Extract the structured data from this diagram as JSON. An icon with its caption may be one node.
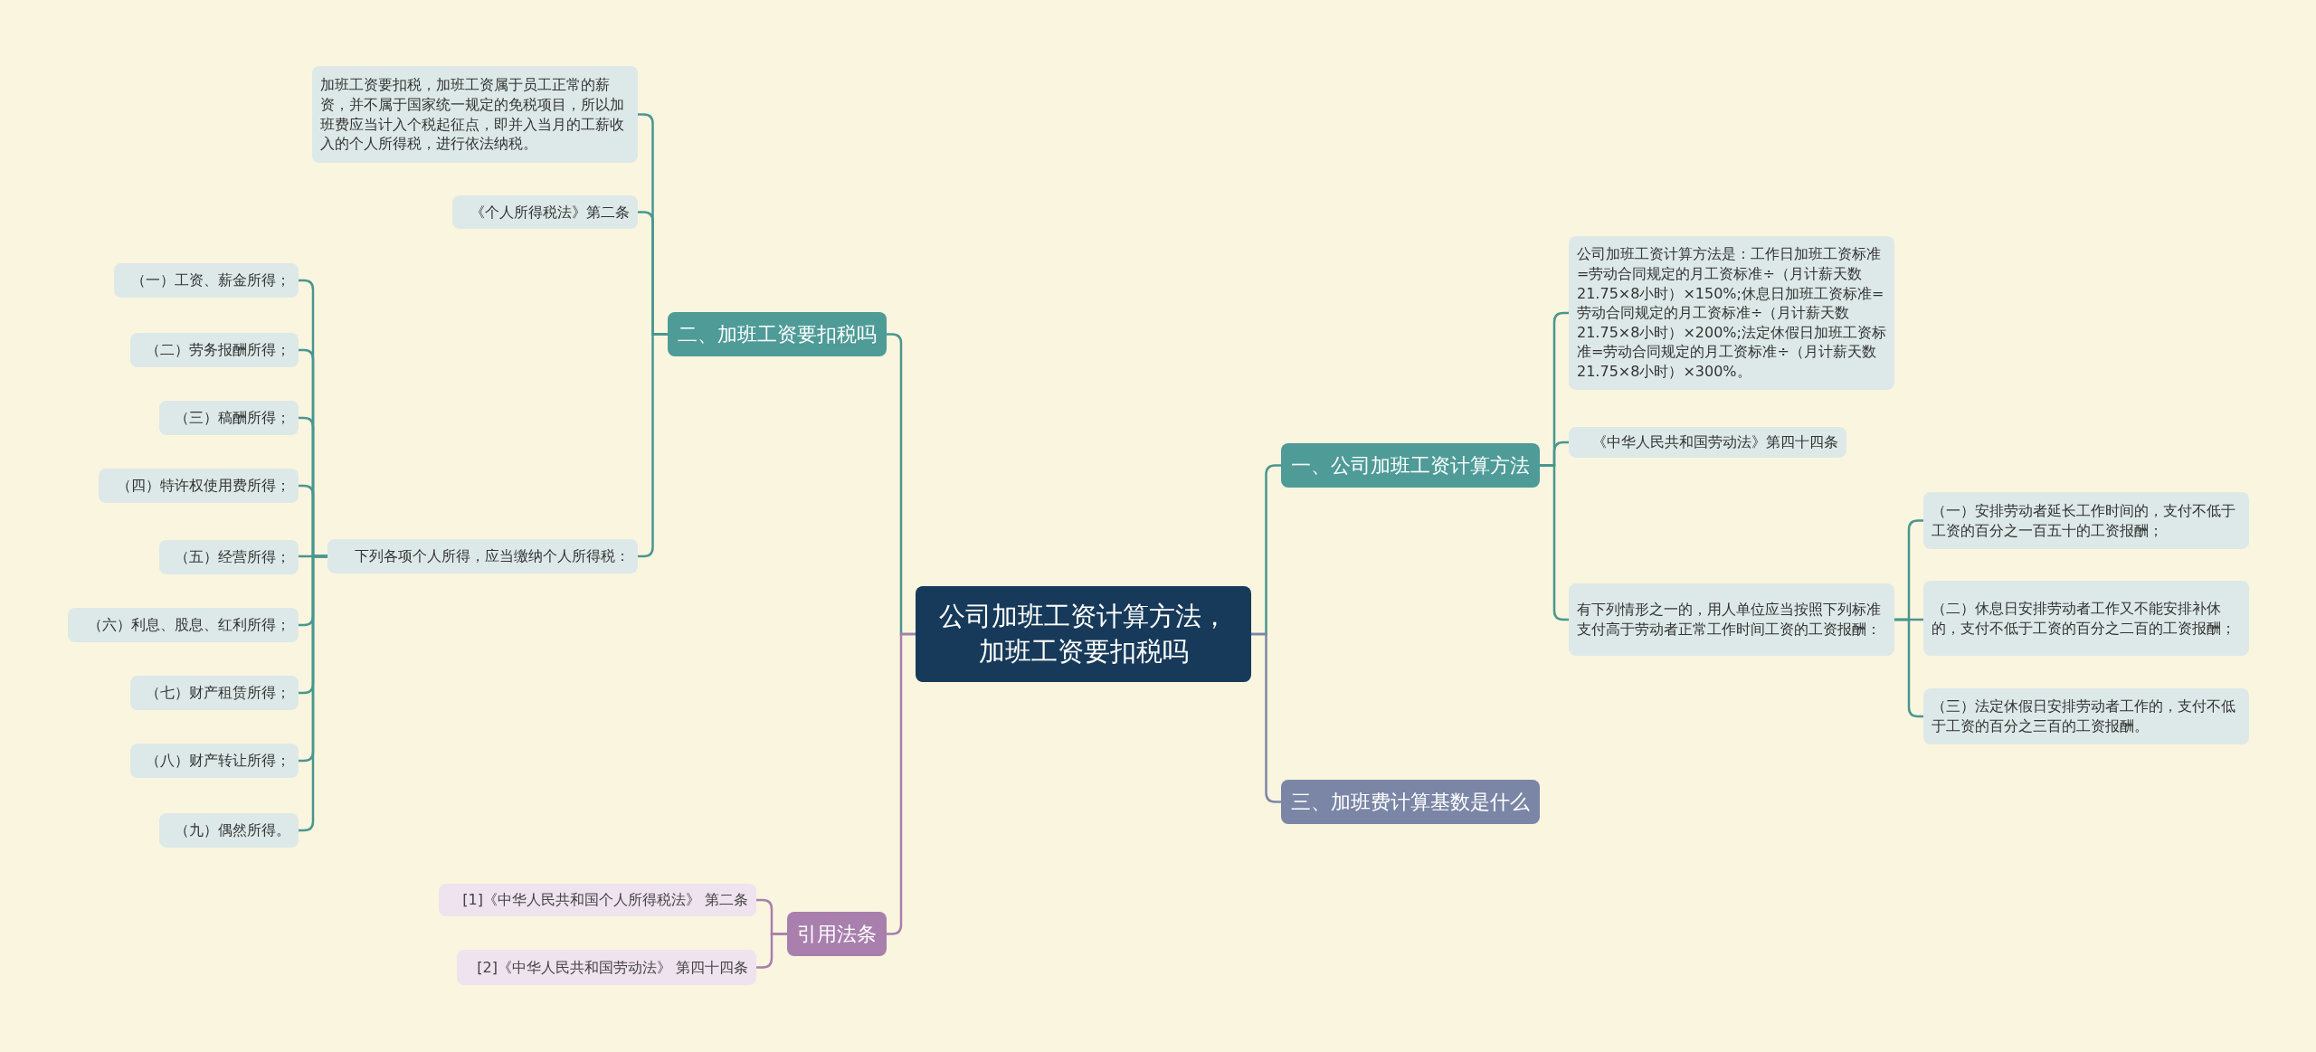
{
  "diagram": {
    "nodes": [
      {
        "text": [
          "公司加班工资计算方法，加班工资要扣税吗"
        ]
      },
      {
        "text": [
          "一、公司加班工资计算方法"
        ]
      },
      {
        "text": [
          "公司加班工资计算方法是：工作日加班工资标准=劳动合同规定的月工资标准÷（月计薪天数21.75×8小时）×150%;休息日加班工资标准=劳动合同规定的月工资标准÷（月计薪天数21.75×8小时）×200%;法定休假日加班工资标准=劳动合同规定的月工资标准÷（月计薪天数21.75×8小时）×300%。"
        ]
      },
      {
        "text": [
          "《中华人民共和国劳动法》第四十四条"
        ]
      },
      {
        "text": [
          "有下列情形之一的，用人单位应当按照下列标准支付高于劳动者正常工作时间工资的工资报酬："
        ]
      },
      {
        "text": [
          "（一）安排劳动者延长工作时间的，支付不低于工资的百分之一百五十的工资报酬；"
        ]
      },
      {
        "text": [
          "（二）休息日安排劳动者工作又不能安排补休的，支付不低于工资的百分之二百的工资报酬；"
        ]
      },
      {
        "text": [
          "（三）法定休假日安排劳动者工作的，支付不低于工资的百分之三百的工资报酬。"
        ]
      },
      {
        "text": [
          "三、加班费计算基数是什么"
        ]
      },
      {
        "text": [
          "二、加班工资要扣税吗"
        ]
      },
      {
        "text": [
          "加班工资要扣税，加班工资属于员工正常的薪资，并不属于国家统一规定的免税项目，所以加班费应当计入个税起征点，即并入当月的工薪收入的个人所得税，进行依法纳税。"
        ]
      },
      {
        "text": [
          "《个人所得税法》第二条"
        ]
      },
      {
        "text": [
          "下列各项个人所得，应当缴纳个人所得税："
        ]
      },
      {
        "text": [
          "（一）工资、薪金所得；"
        ]
      },
      {
        "text": [
          "（二）劳务报酬所得；"
        ]
      },
      {
        "text": [
          "（三）稿酬所得；"
        ]
      },
      {
        "text": [
          "（四）特许权使用费所得；"
        ]
      },
      {
        "text": [
          "（五）经营所得；"
        ]
      },
      {
        "text": [
          "（六）利息、股息、红利所得；"
        ]
      },
      {
        "text": [
          "（七）财产租赁所得；"
        ]
      },
      {
        "text": [
          "（八）财产转让所得；"
        ]
      },
      {
        "text": [
          "（九）偶然所得。"
        ]
      },
      {
        "text": [
          "引用法条"
        ]
      },
      {
        "text": [
          "[1]《中华人民共和国个人所得税法》 第二条"
        ]
      },
      {
        "text": [
          "[2]《中华人民共和国劳动法》 第四十四条"
        ]
      }
    ],
    "edges": [
      {
        "from": 0,
        "to": 1,
        "arrow": "none"
      },
      {
        "from": 0,
        "to": 8,
        "arrow": "none",
        "color": "#7b86a6"
      },
      {
        "from": 0,
        "to": 9,
        "arrow": "none"
      },
      {
        "from": 0,
        "to": 22,
        "arrow": "none",
        "color": "#a87fad"
      },
      {
        "from": 1,
        "to": 2,
        "arrow": "none"
      },
      {
        "from": 1,
        "to": 3,
        "arrow": "none"
      },
      {
        "from": 1,
        "to": 4,
        "arrow": "none"
      },
      {
        "from": 4,
        "to": 5,
        "arrow": "none"
      },
      {
        "from": 4,
        "to": 6,
        "arrow": "none"
      },
      {
        "from": 4,
        "to": 7,
        "arrow": "none"
      },
      {
        "from": 9,
        "to": 10,
        "arrow": "none"
      },
      {
        "from": 9,
        "to": 11,
        "arrow": "none"
      },
      {
        "from": 9,
        "to": 12,
        "arrow": "none"
      },
      {
        "from": 12,
        "to": 13,
        "arrow": "none"
      },
      {
        "from": 12,
        "to": 14,
        "arrow": "none"
      },
      {
        "from": 12,
        "to": 15,
        "arrow": "none"
      },
      {
        "from": 12,
        "to": 16,
        "arrow": "none"
      },
      {
        "from": 12,
        "to": 17,
        "arrow": "none"
      },
      {
        "from": 12,
        "to": 18,
        "arrow": "none"
      },
      {
        "from": 12,
        "to": 19,
        "arrow": "none"
      },
      {
        "from": 12,
        "to": 20,
        "arrow": "none"
      },
      {
        "from": 12,
        "to": 21,
        "arrow": "none"
      },
      {
        "from": 22,
        "to": 23,
        "arrow": "none",
        "color": "#a87fad"
      },
      {
        "from": 22,
        "to": 24,
        "arrow": "none",
        "color": "#a87fad"
      }
    ]
  }
}
